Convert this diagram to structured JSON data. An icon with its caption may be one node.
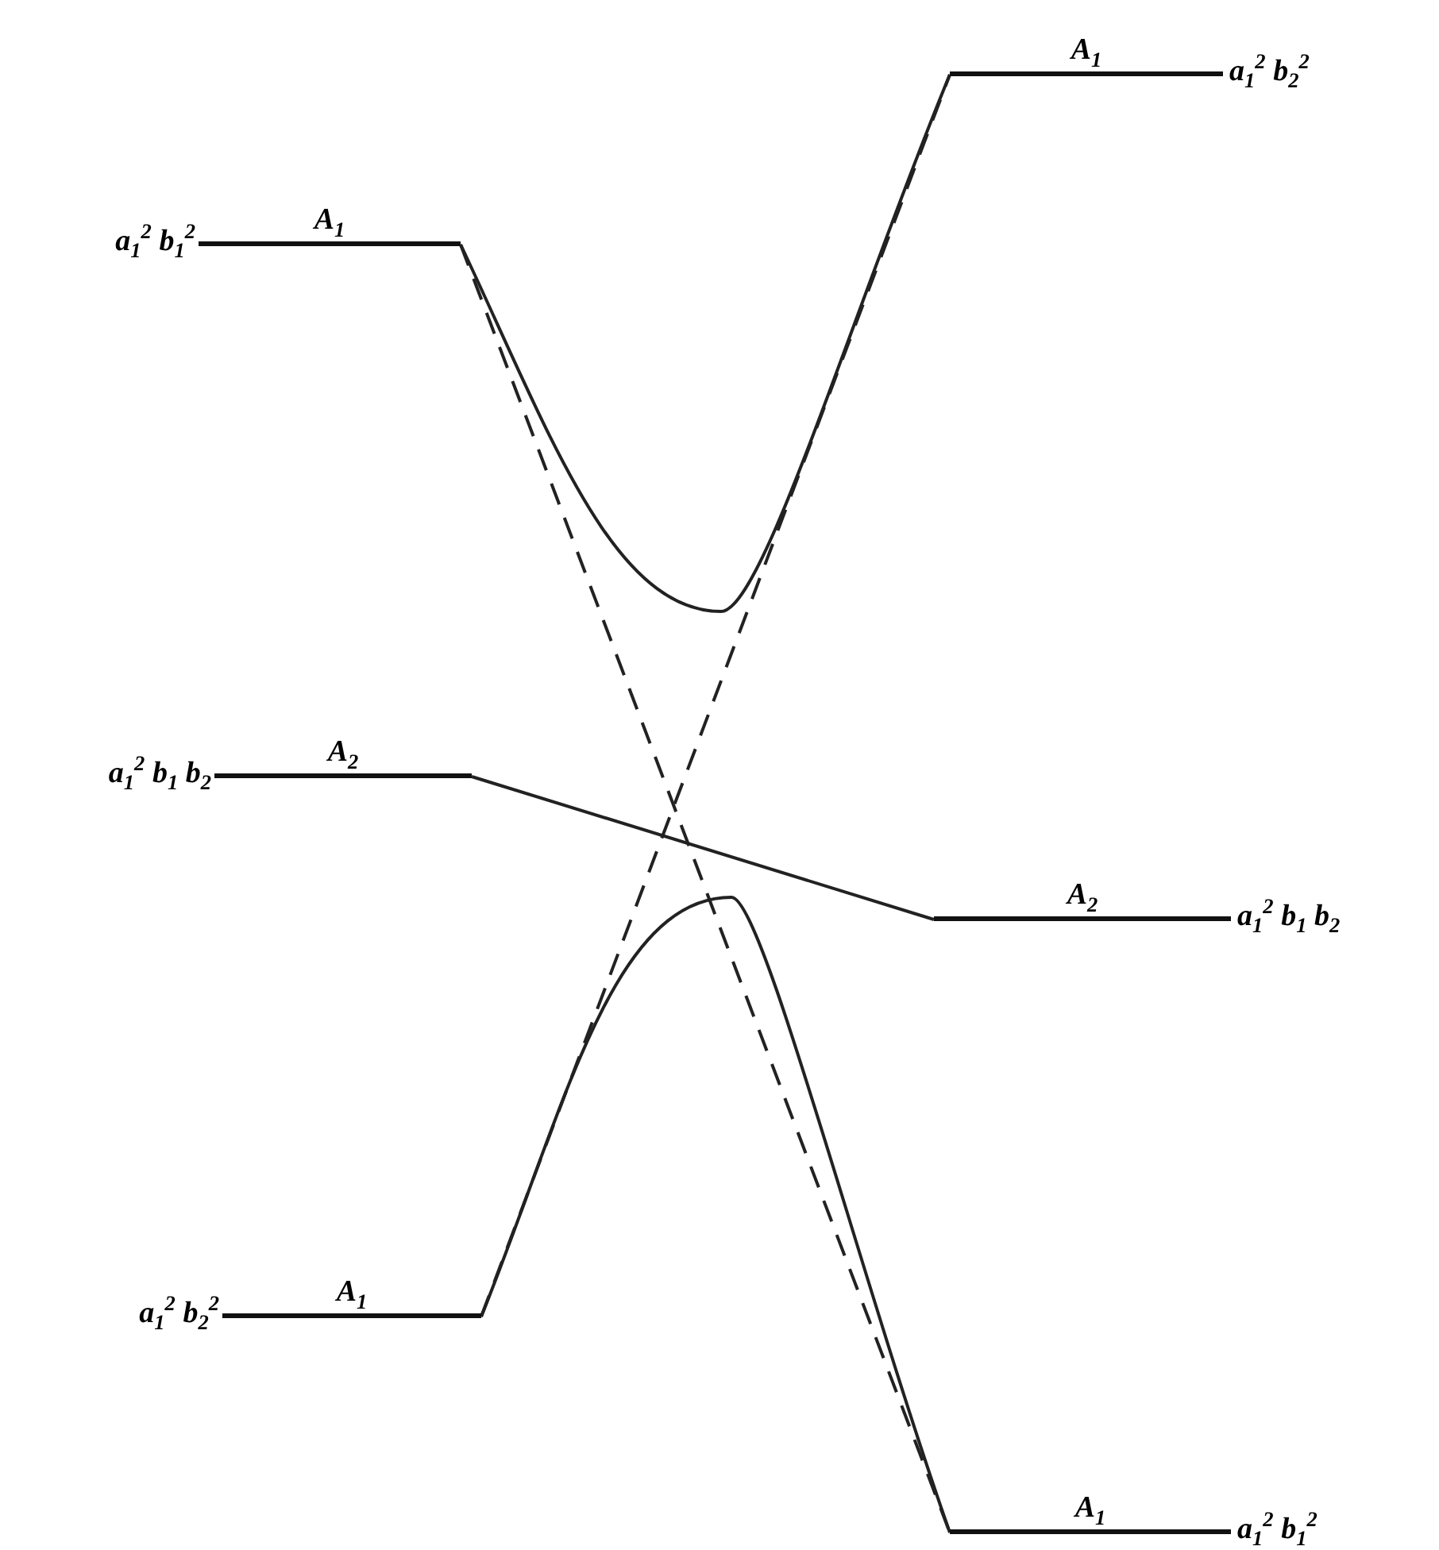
{
  "diagram": {
    "nodes": [
      {
        "text": [
          "A$_{1}$"
        ],
        "beside": [
          "a$_{1}$$^{2}$ b$_{1}$$^{2}$"
        ]
      },
      {
        "text": [
          "A$_{2}$"
        ],
        "beside": [
          "a$_{1}$$^{2}$ b$_{1}$ b$_{2}$"
        ]
      },
      {
        "text": [
          "A$_{1}$"
        ],
        "beside": [
          "a$_{1}$$^{2}$ b$_{2}$$^{2}$"
        ]
      },
      {
        "text": [
          "A$_{1}$"
        ],
        "beside": [
          "a$_{1}$$^{2}$ b$_{2}$$^{2}$"
        ]
      },
      {
        "text": [
          "A$_{2}$"
        ],
        "beside": [
          "a$_{1}$$^{2}$ b$_{1}$ b$_{2}$"
        ]
      },
      {
        "text": [
          "A$_{1}$"
        ],
        "beside": [
          "a$_{1}$$^{2}$ b$_{1}$$^{2}$"
        ]
      }
    ],
    "edges": [
      {
        "from": 0,
        "to": 3,
        "arrow": "none"
      },
      {
        "from": 2,
        "to": 5,
        "arrow": "none"
      },
      {
        "from": 0,
        "to": 5,
        "arrow": "none",
        "style": "dashed"
      },
      {
        "from": 2,
        "to": 3,
        "arrow": "none",
        "style": "dashed"
      },
      {
        "from": 1,
        "to": 4,
        "arrow": "none"
      }
    ]
  }
}
